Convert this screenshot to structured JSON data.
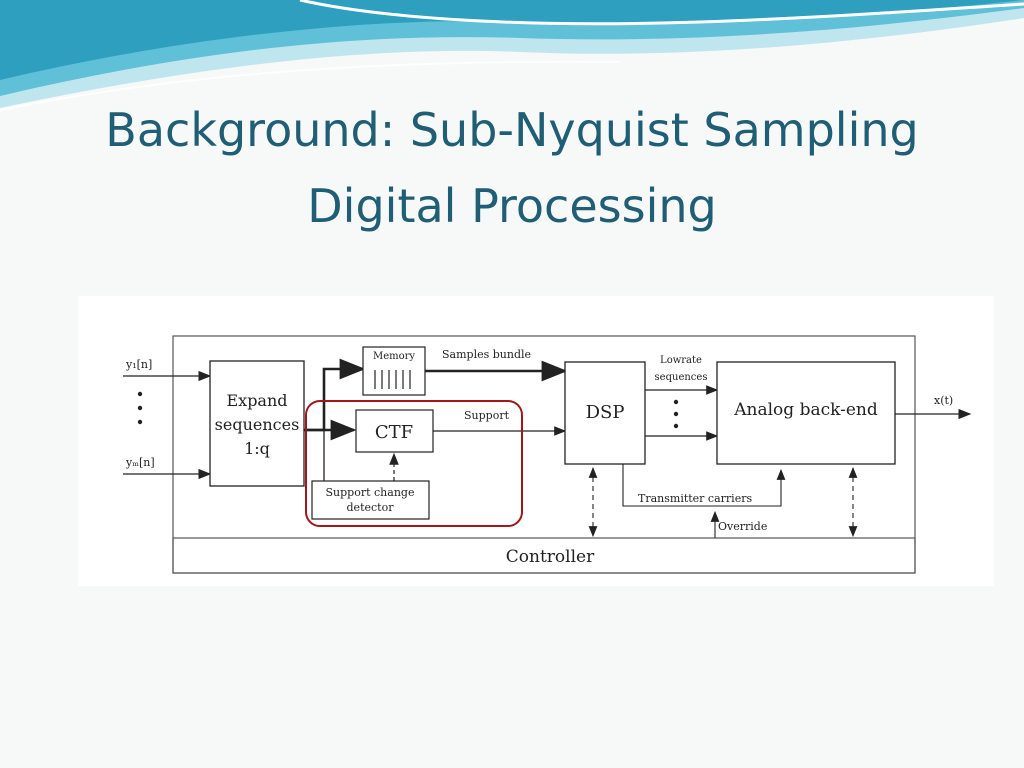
{
  "slide": {
    "title_line1": "Background: Sub-Nyquist Sampling",
    "title_line2": "Digital Processing"
  },
  "diagram": {
    "input_top": "y₁[n]",
    "input_bottom": "yₘ[n]",
    "expand_line1": "Expand",
    "expand_line2": "sequences",
    "expand_line3": "1:q",
    "memory": "Memory",
    "samples_bundle": "Samples bundle",
    "ctf": "CTF",
    "support": "Support",
    "support_detector_line1": "Support change",
    "support_detector_line2": "detector",
    "dsp": "DSP",
    "lowrate_line1": "Lowrate",
    "lowrate_line2": "sequences",
    "analog_backend": "Analog back-end",
    "output": "x(t)",
    "transmitter_carriers": "Transmitter carriers",
    "override": "Override",
    "controller": "Controller"
  },
  "colors": {
    "title": "#1f5e74",
    "highlight": "#a01818",
    "wave": "#5fc0d8"
  }
}
